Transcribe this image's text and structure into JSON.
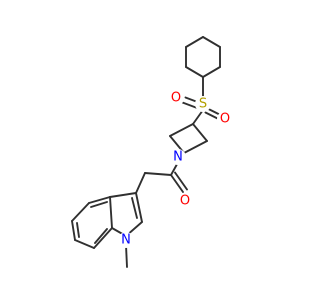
{
  "molecule": {
    "colors": {
      "bond": "#303030",
      "oxygen": "#ff0000",
      "sulfur": "#b3a000",
      "nitrogen": "#0000ff"
    },
    "atoms": {
      "o_sulfonyl_left": "O",
      "s_sulfonyl": "S",
      "o_sulfonyl_right": "O",
      "n_azetidine": "N",
      "o_carbonyl": "O",
      "n_indole": "N"
    }
  }
}
